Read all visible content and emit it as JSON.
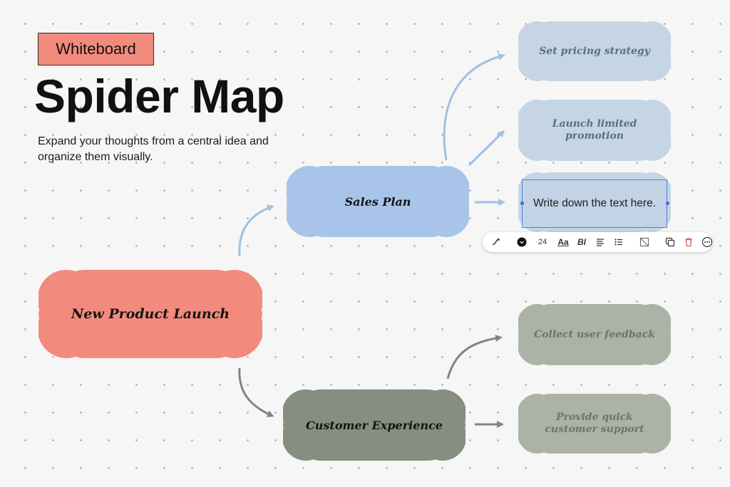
{
  "header": {
    "tag": "Whiteboard",
    "title": "Spider Map",
    "description": "Expand your thoughts from a central idea and organize them visually."
  },
  "nodes": {
    "central": "New Product Launch",
    "sales_plan": "Sales Plan",
    "customer_experience": "Customer Experience",
    "pricing": "Set pricing strategy",
    "promotion": "Launch limited promotion",
    "text_box": "Write down the text here.",
    "feedback": "Collect user feedback",
    "support": "Provide quick customer support"
  },
  "toolbar": {
    "font_size": "24",
    "text_style_label": "Aa",
    "bold_italic_label": "BI",
    "icons": [
      "magic-icon",
      "color-icon",
      "text-style-icon",
      "bold-italic-icon",
      "align-icon",
      "list-icon",
      "fill-icon",
      "duplicate-icon",
      "delete-icon",
      "more-icon"
    ]
  },
  "colors": {
    "accent_red": "#f28b7d",
    "blue": "#a8c4e8",
    "light_blue": "#c5d5e4",
    "dark_green": "#858e80",
    "light_green": "#aab3a5",
    "blue_arrow": "#9fc0e4",
    "green_arrow": "#7f887b",
    "delete_red": "#e05a4e"
  }
}
